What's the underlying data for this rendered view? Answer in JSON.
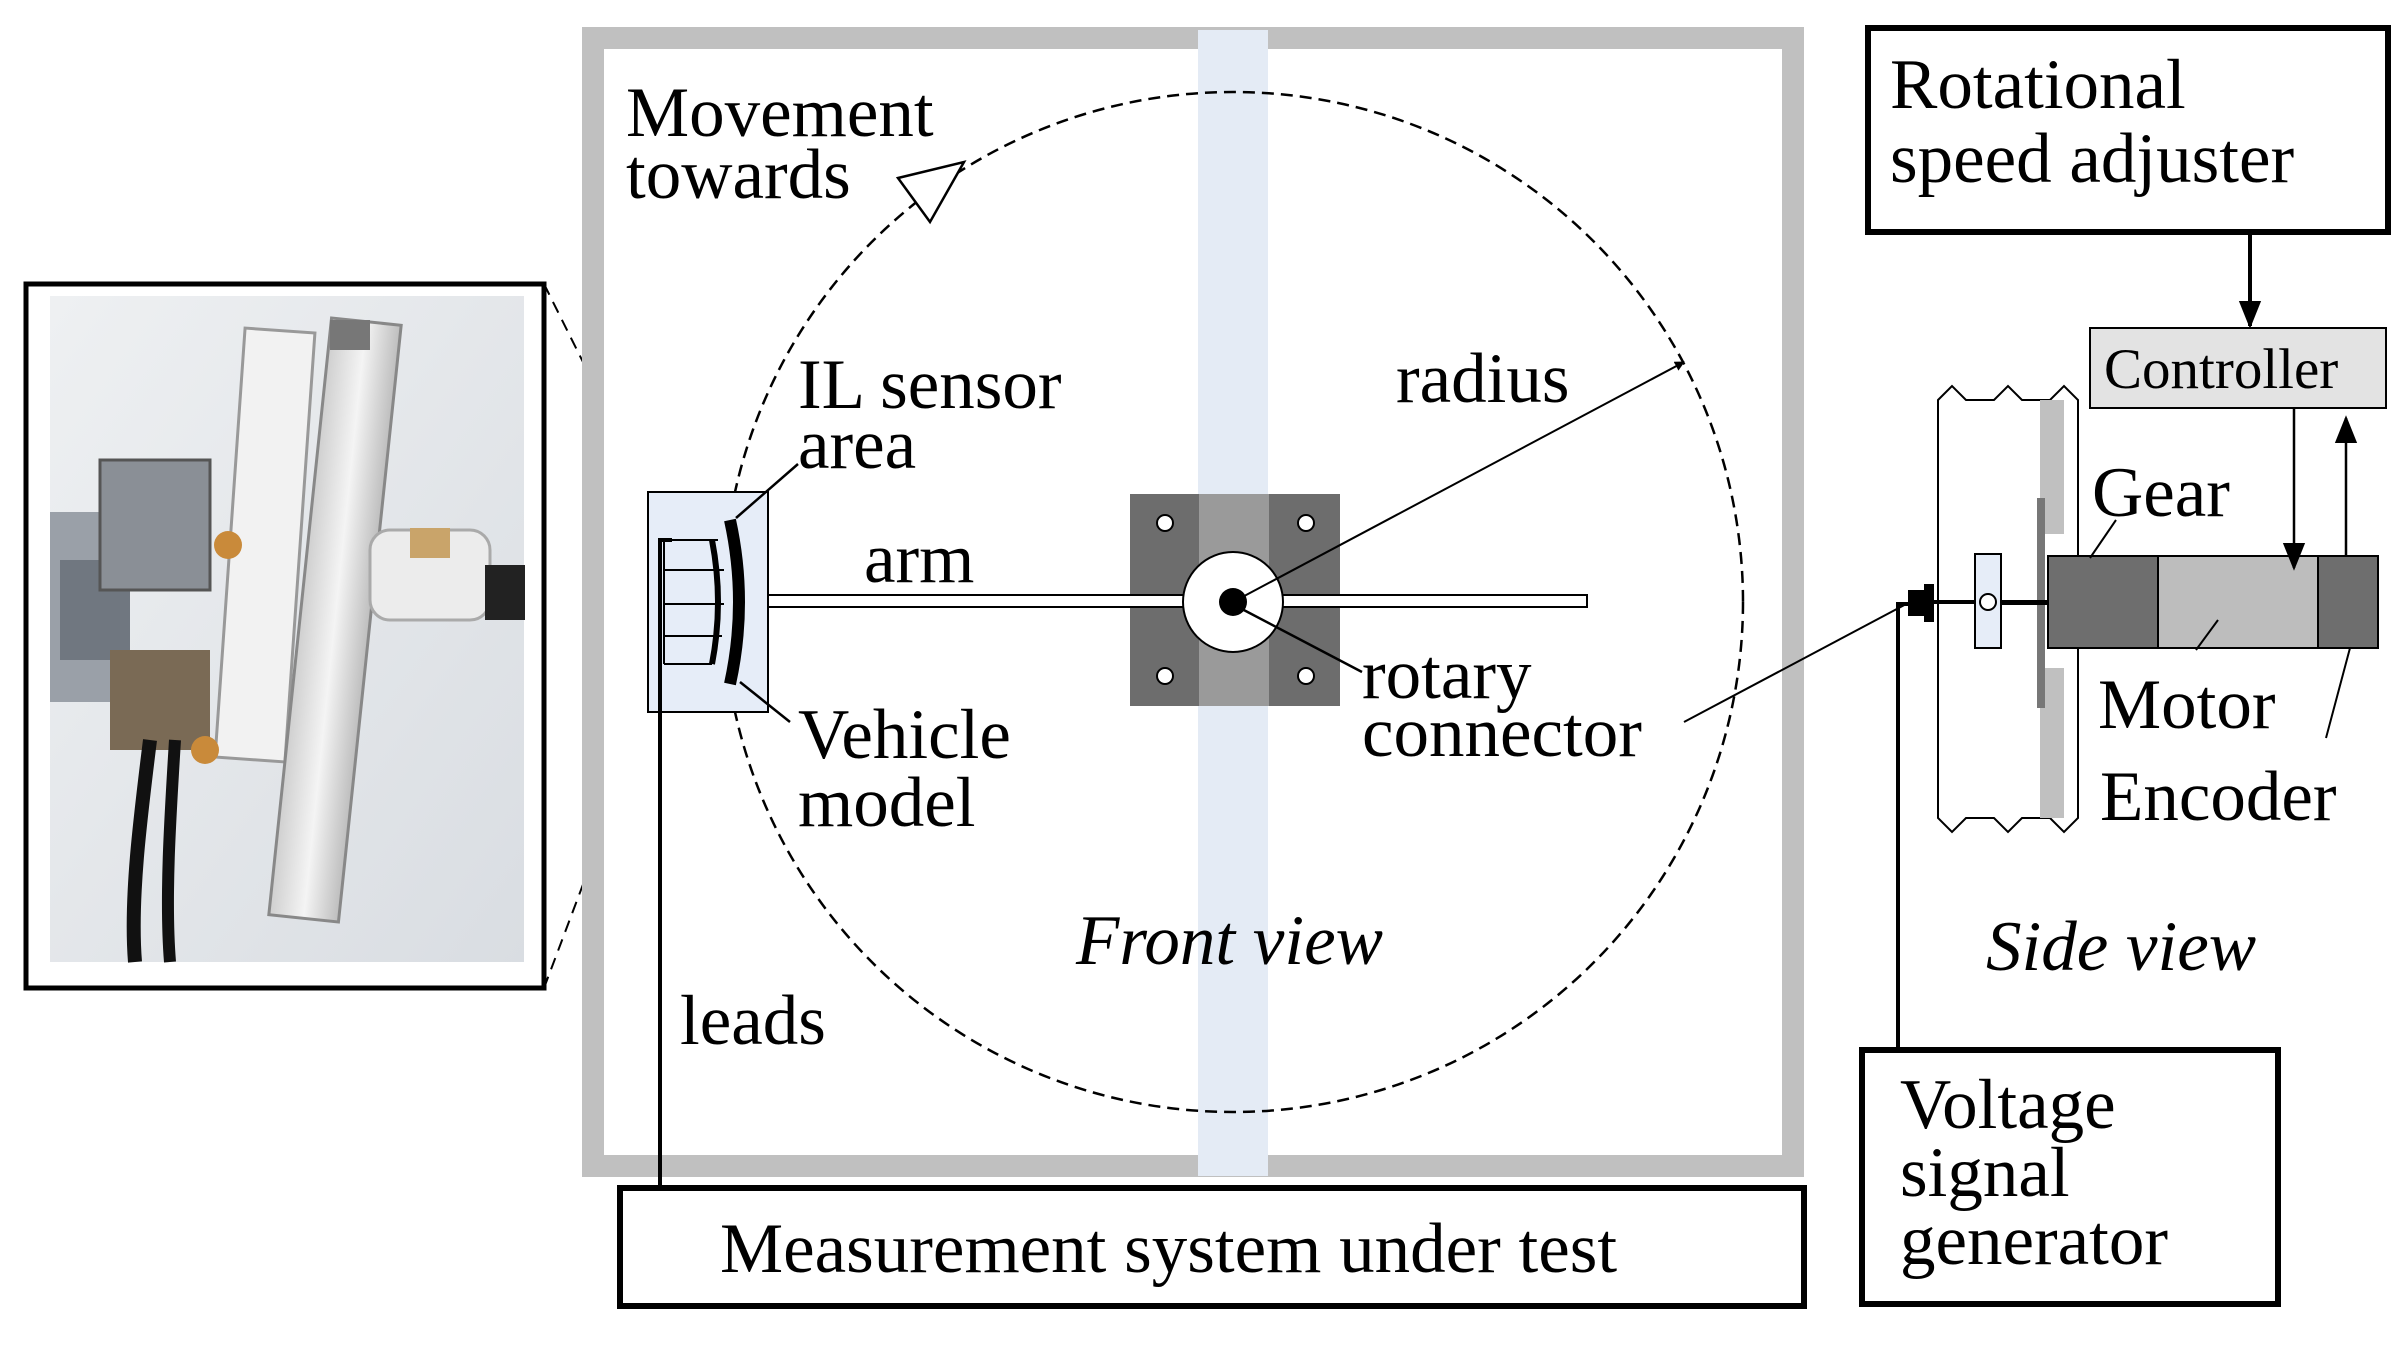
{
  "labels": {
    "movement": [
      "Movement",
      "towards"
    ],
    "il_sensor": [
      "IL sensor",
      "area"
    ],
    "radius": "radius",
    "arm": "arm",
    "rotary": [
      "rotary",
      "connector"
    ],
    "vehicle": [
      "Vehicle",
      "model"
    ],
    "front_view": "Front view",
    "leads": "leads",
    "measurement": "Measurement system under test",
    "rot_speed": [
      "Rotational",
      "speed adjuster"
    ],
    "controller": "Controller",
    "gear": "Gear",
    "motor": "Motor",
    "encoder": "Encoder",
    "side_view": "Side view",
    "voltage": [
      "Voltage",
      "signal",
      "generator"
    ]
  },
  "colors": {
    "frame": "#c0c0c0",
    "strip": "#e4ebf5",
    "plate_dark": "#6d6d6d",
    "plate_mid": "#9a9a9a",
    "sensor_fill": "#e6edf8",
    "motor_dark": "#6e6e6e",
    "motor_light": "#bdbdbd",
    "controller_fill": "#e3e3e3"
  }
}
